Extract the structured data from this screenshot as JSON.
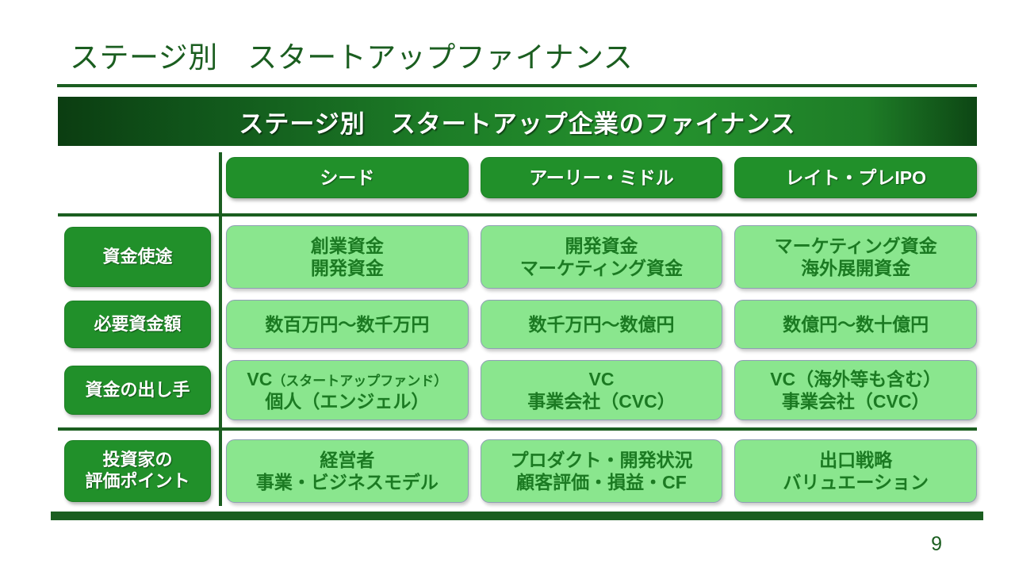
{
  "slide": {
    "title": "ステージ別　スタートアップファイナンス",
    "banner_title": "ステージ別　スタートアップ企業のファイナンス",
    "page_number": "9",
    "colors": {
      "dark_green": "#1b5e20",
      "pill_dark_green": "#21902a",
      "pill_light_green": "#8ae68e",
      "light_pill_text": "#1b7a22",
      "pill_border_gray": "#8f9fb4"
    }
  },
  "matrix": {
    "column_headers": [
      "シード",
      "アーリー・ミドル",
      "レイト・プレIPO"
    ],
    "rows": [
      {
        "label": "資金使途",
        "label_lines": [
          "資金使途"
        ],
        "cells": [
          {
            "lines": [
              "創業資金",
              "開発資金"
            ]
          },
          {
            "lines": [
              "開発資金",
              "マーケティング資金"
            ]
          },
          {
            "lines": [
              "マーケティング資金",
              "海外展開資金"
            ]
          }
        ]
      },
      {
        "label": "必要資金額",
        "label_lines": [
          "必要資金額"
        ],
        "cells": [
          {
            "lines": [
              "数百万円〜数千万円"
            ]
          },
          {
            "lines": [
              "数千万円〜数億円"
            ]
          },
          {
            "lines": [
              "数億円〜数十億円"
            ]
          }
        ]
      },
      {
        "label": "資金の出し手",
        "label_lines": [
          "資金の出し手"
        ],
        "cells": [
          {
            "lines": [
              "VC",
              "個人（エンジェル）"
            ],
            "inline_note": "（スタートアップファンド）"
          },
          {
            "lines": [
              "VC",
              "事業会社（CVC）"
            ]
          },
          {
            "lines": [
              "VC（海外等も含む）",
              "事業会社（CVC）"
            ]
          }
        ]
      },
      {
        "label": "投資家の評価ポイント",
        "label_lines": [
          "投資家の",
          "評価ポイント"
        ],
        "cells": [
          {
            "lines": [
              "経営者",
              "事業・ビジネスモデル"
            ]
          },
          {
            "lines": [
              "プロダクト・開発状況",
              "顧客評価・損益・CF"
            ]
          },
          {
            "lines": [
              "出口戦略",
              "バリュエーション"
            ]
          }
        ]
      }
    ]
  }
}
